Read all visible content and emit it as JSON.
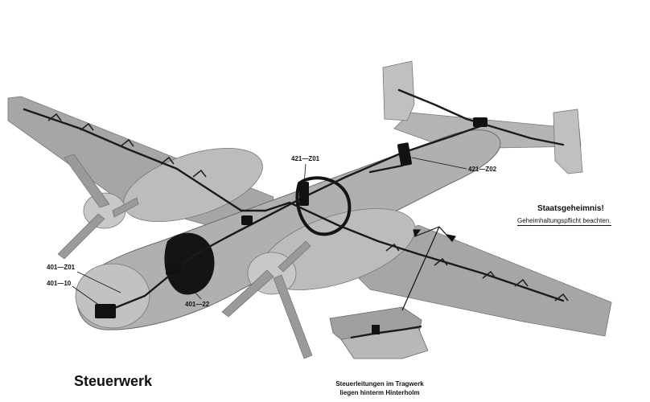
{
  "title": "Steuerwerk",
  "notice": {
    "heading": "Staatsgeheimnis!",
    "subtext": "Geheimhaltungspflicht beachten."
  },
  "caption": {
    "line1": "Steuerleitungen im Tragwerk",
    "line2": "liegen hinterm Hinterholm"
  },
  "part_labels": {
    "p421_z01": "421—Z01",
    "p421_z02": "421—Z02",
    "p401_z01": "401—Z01",
    "p401_10": "401—10",
    "p401_22": "401—22"
  },
  "colors": {
    "airframe": "#a8a8a8",
    "airframe_light": "#c4c4c4",
    "airframe_dark": "#8a8a8a",
    "control_lines": "#1a1a1a",
    "text": "#111111"
  }
}
